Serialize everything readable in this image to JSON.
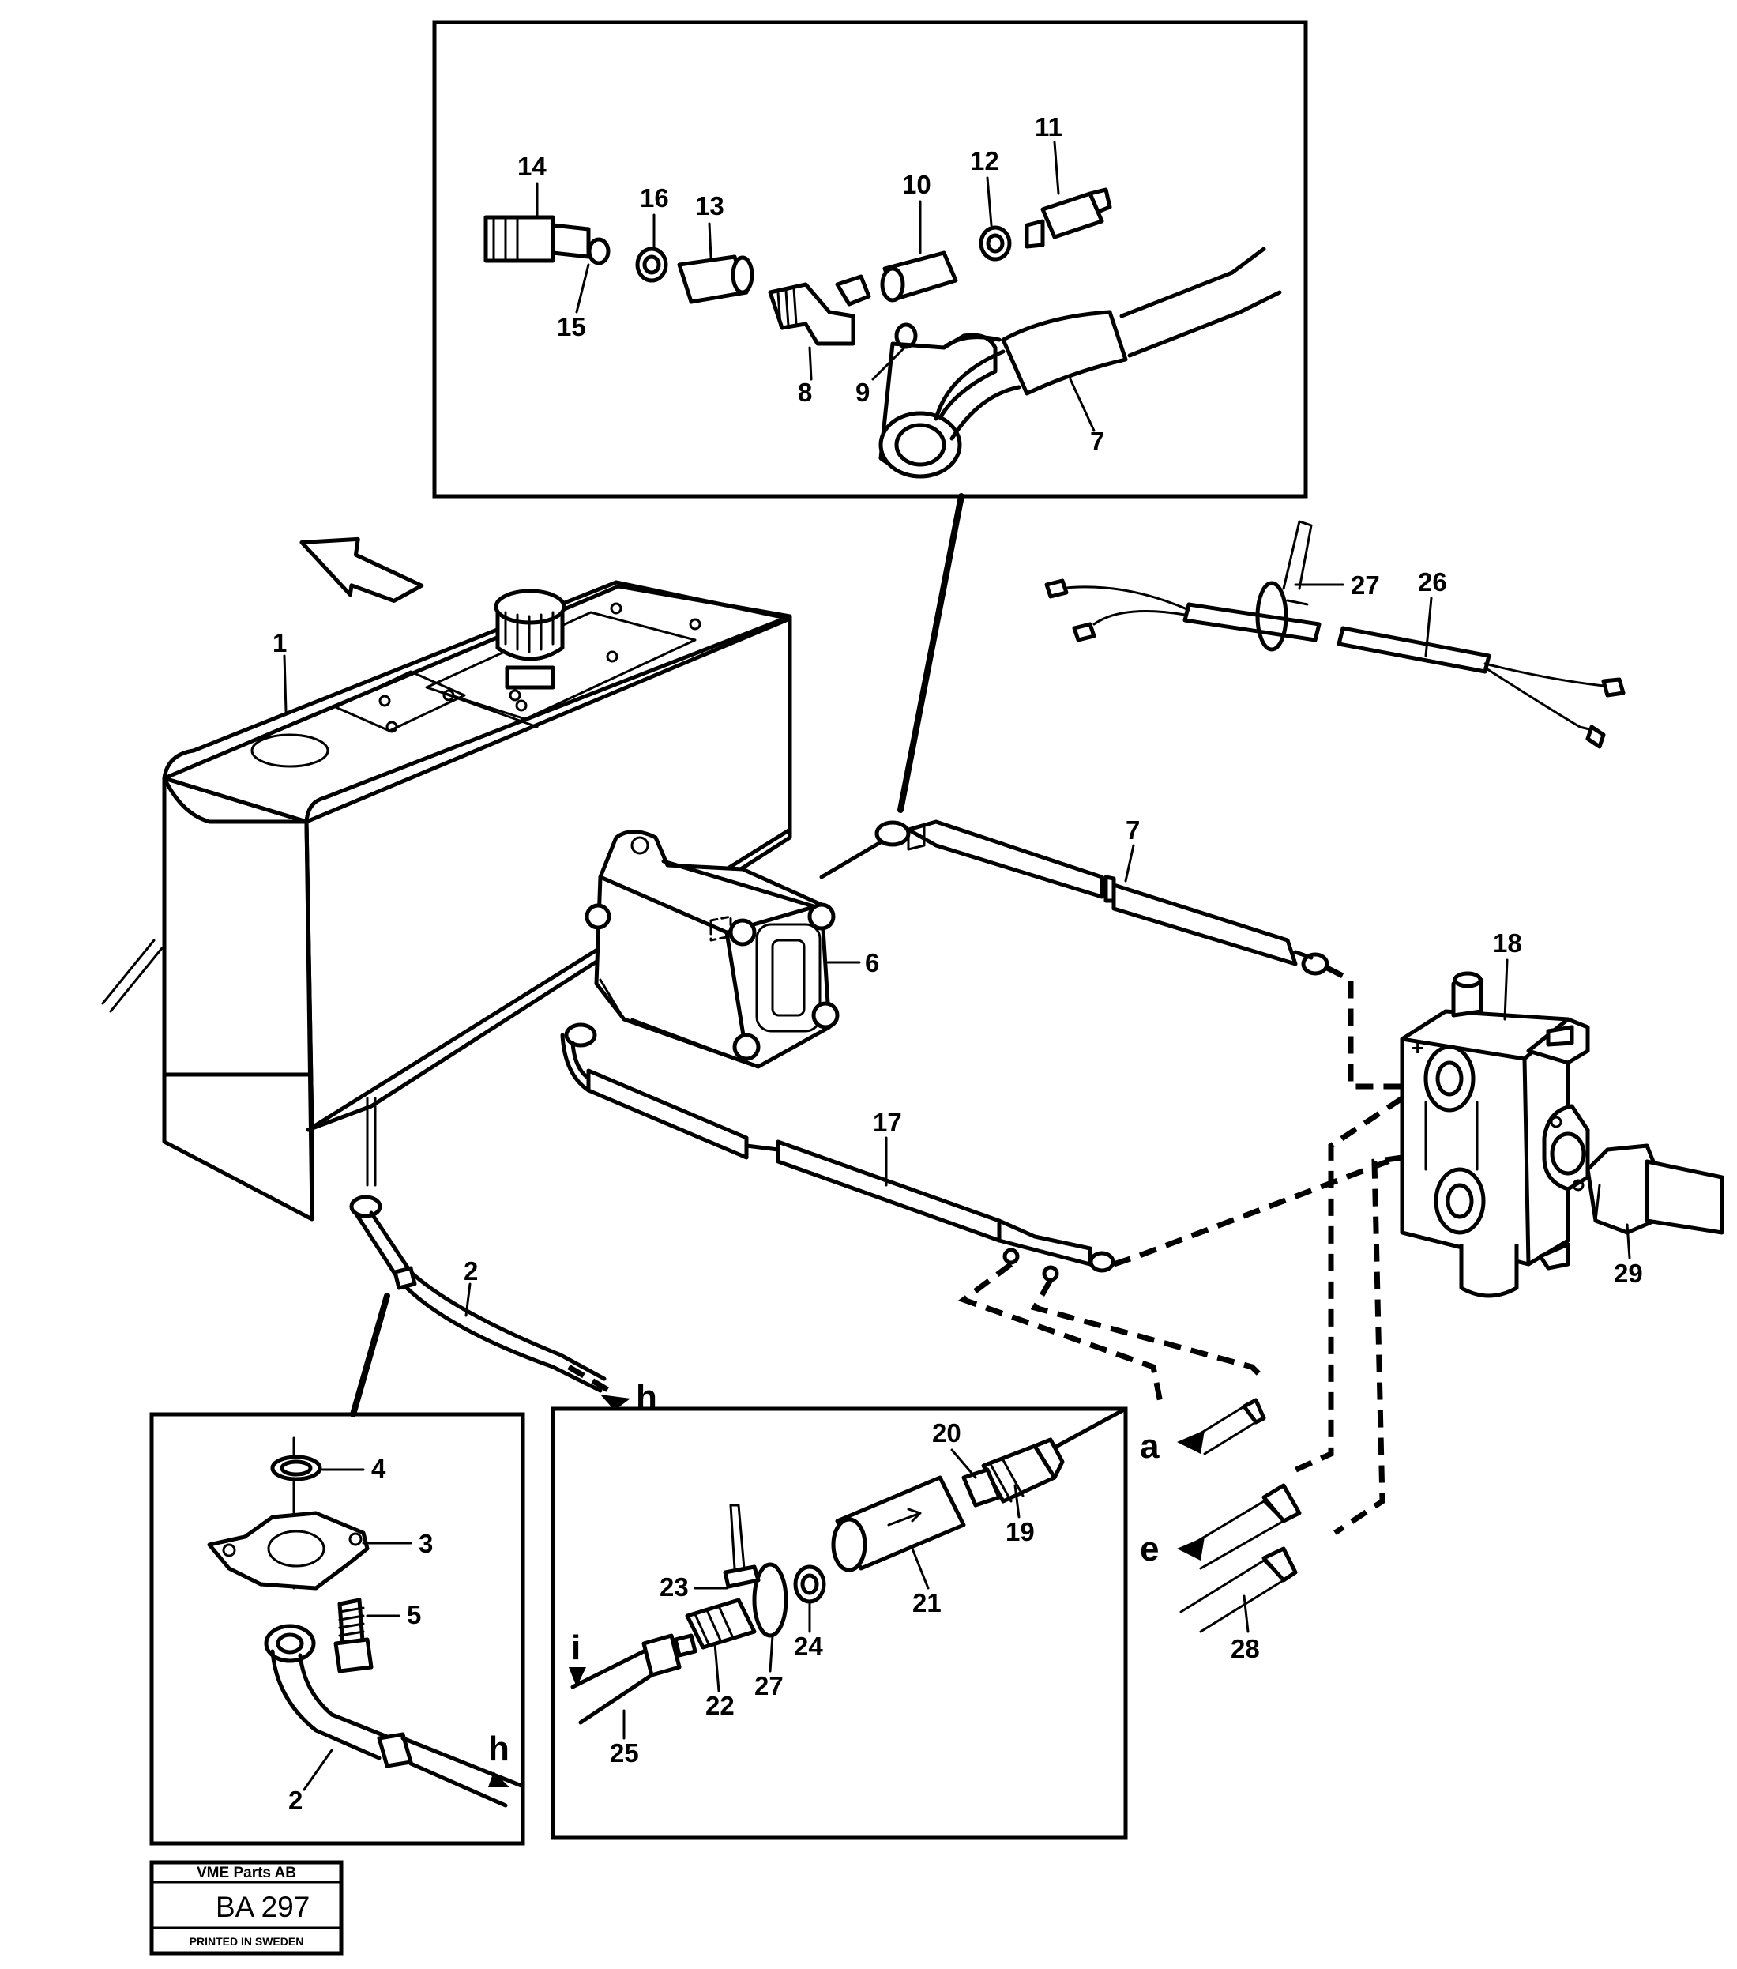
{
  "diagram": {
    "callouts": [
      "1",
      "2",
      "3",
      "4",
      "5",
      "6",
      "7",
      "8",
      "9",
      "10",
      "11",
      "12",
      "13",
      "14",
      "15",
      "16",
      "17",
      "18",
      "19",
      "20",
      "21",
      "22",
      "23",
      "24",
      "25",
      "26",
      "27",
      "28",
      "29"
    ],
    "connection_letters": {
      "h": "h",
      "a": "a",
      "e": "e",
      "i": "i"
    },
    "symbols": {
      "valve_plus": "+"
    }
  },
  "title_block": {
    "company": "VME Parts AB",
    "code": "BA 297",
    "printed": "PRINTED IN SWEDEN"
  },
  "colors": {
    "ink": "#000000",
    "paper": "#ffffff"
  },
  "icons": [
    "forward-direction-arrow-icon",
    "flow-direction-arrow-icon"
  ]
}
